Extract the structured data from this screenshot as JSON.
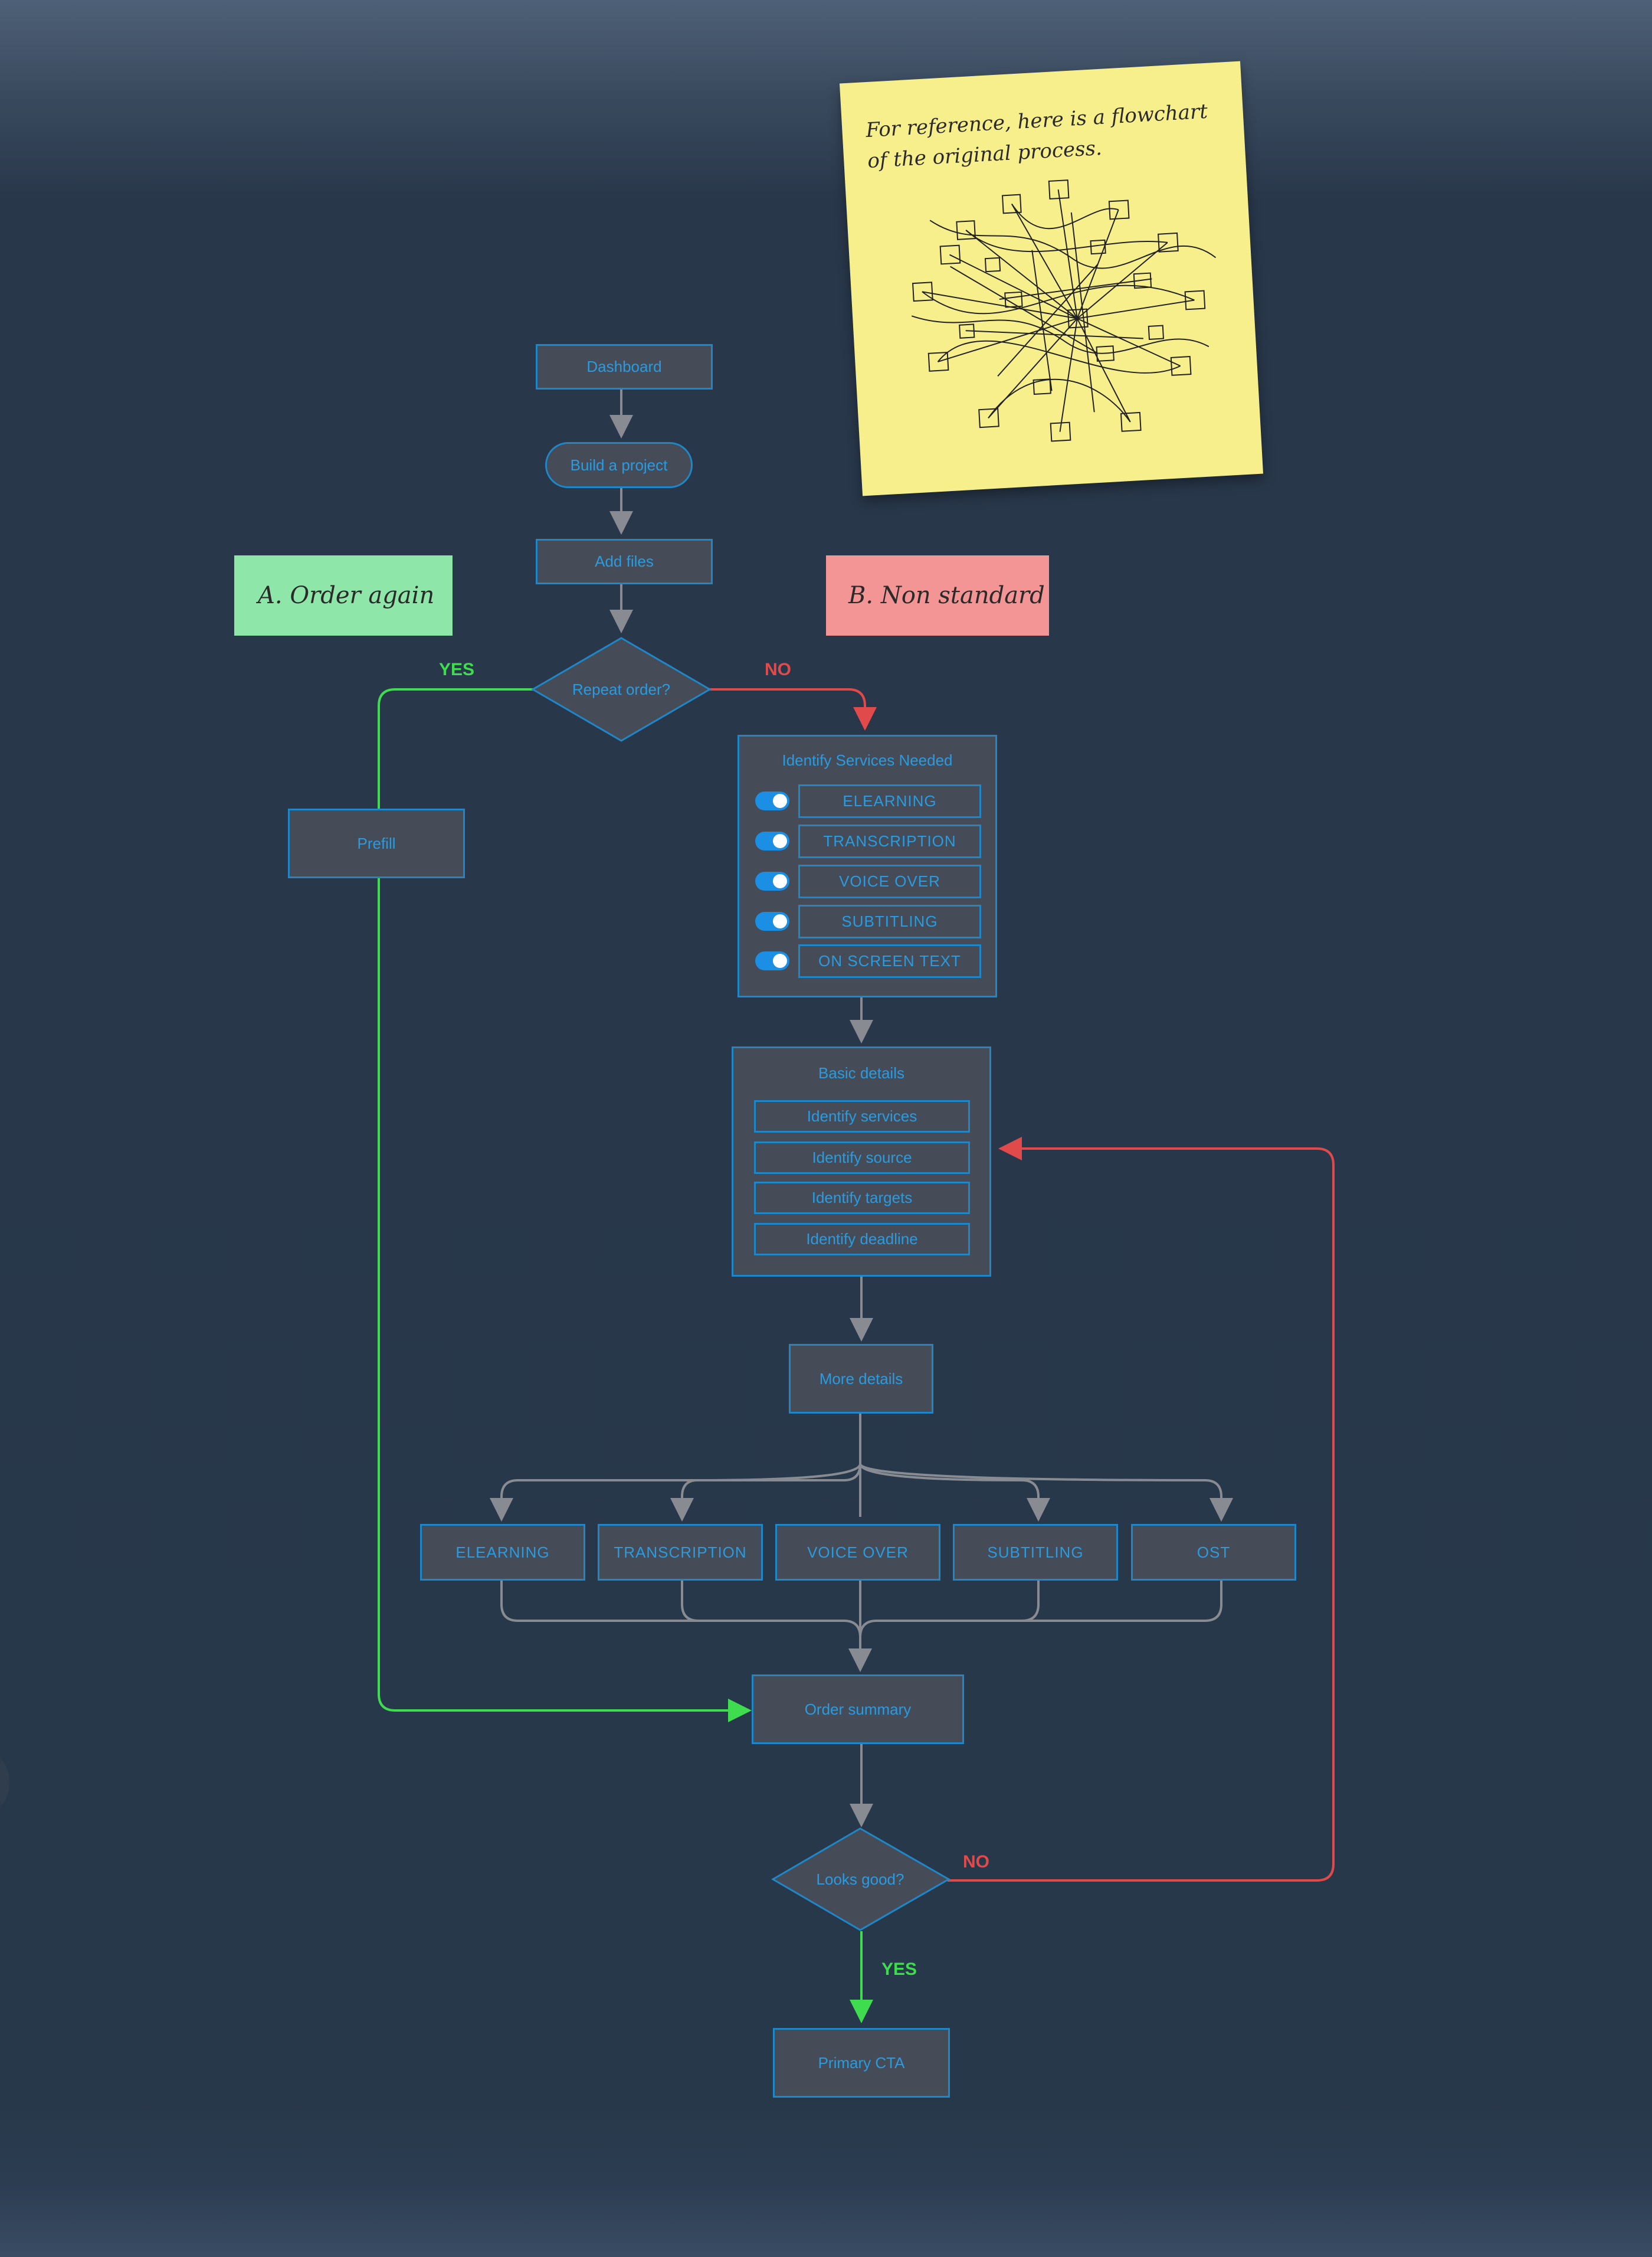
{
  "flow": {
    "dashboard": "Dashboard",
    "build_project": "Build a project",
    "add_files": "Add files",
    "repeat_order": "Repeat order?",
    "yes_label": "YES",
    "no_label": "NO",
    "prefill": "Prefill",
    "identify_services": {
      "title": "Identify Services Needed",
      "items": [
        "ELEARNING",
        "TRANSCRIPTION",
        "VOICE OVER",
        "SUBTITLING",
        "ON SCREEN TEXT"
      ]
    },
    "basic_details": {
      "title": "Basic details",
      "items": [
        "Identify services",
        "Identify source",
        "Identify targets",
        "Identify deadline"
      ]
    },
    "more_details": "More details",
    "services": [
      "ELEARNING",
      "TRANSCRIPTION",
      "VOICE OVER",
      "SUBTITLING",
      "OST"
    ],
    "order_summary": "Order summary",
    "looks_good": "Looks good?",
    "looks_yes": "YES",
    "looks_no": "NO",
    "primary_cta": "Primary CTA"
  },
  "notes": {
    "order_again": "A. Order again",
    "non_standard": "B. Non standard",
    "reference": "For reference, here is a flowchart of the original process."
  },
  "colors": {
    "background": "#27384a",
    "node_fill": "#454c57",
    "node_border": "#1f86c8",
    "node_text": "#2a9be0",
    "connector": "#888c92",
    "yes": "#3fdc4f",
    "no": "#e04a4a",
    "note_green": "#8ee6a9",
    "note_red": "#f39495",
    "note_yellow": "#f7ef8b"
  }
}
